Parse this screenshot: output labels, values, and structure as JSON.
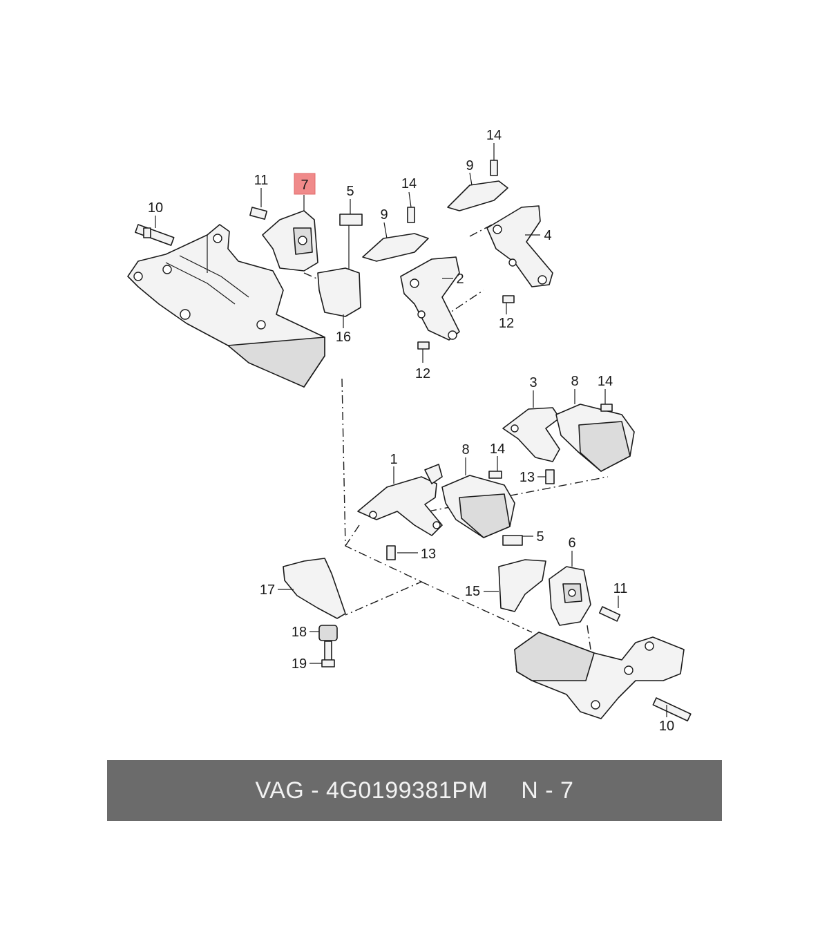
{
  "diagram": {
    "callouts": {
      "c7": "7",
      "c11a": "11",
      "c5a": "5",
      "c14a": "14",
      "c9a": "9",
      "c14b": "14",
      "c9b": "9",
      "c10a": "10",
      "c4": "4",
      "c2": "2",
      "c16": "16",
      "c12a": "12",
      "c12b": "12",
      "c3": "3",
      "c8a": "8",
      "c14c": "14",
      "c1": "1",
      "c8b": "8",
      "c14d": "14",
      "c13a": "13",
      "c13b": "13",
      "c5b": "5",
      "c6": "6",
      "c17": "17",
      "c15": "15",
      "c11b": "11",
      "c18": "18",
      "c19": "19",
      "c10b": "10"
    },
    "highlight_color": "#f08a8a"
  },
  "footer": {
    "part_number": "VAG - 4G0199381PM",
    "reference": "N - 7",
    "background": "#6b6b6b"
  }
}
